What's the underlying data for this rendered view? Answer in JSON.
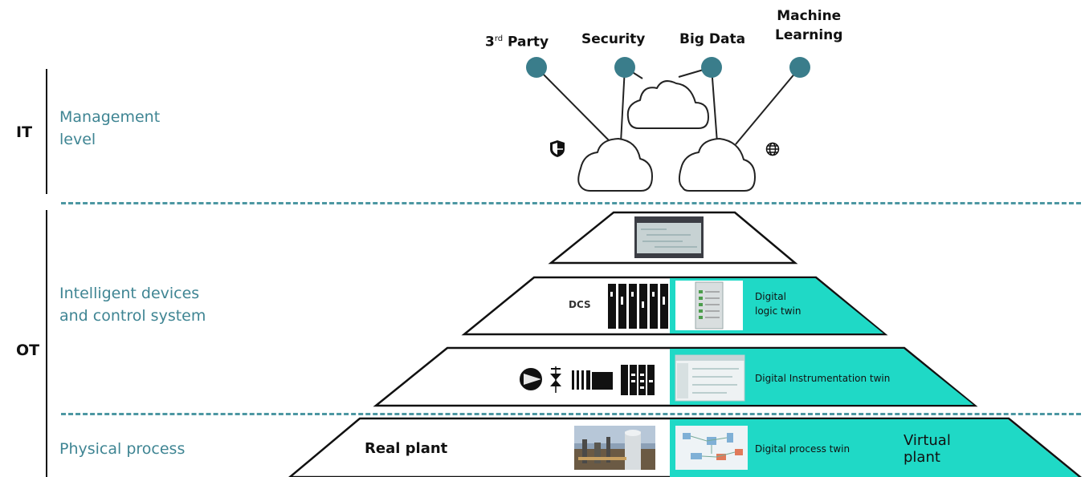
{
  "sides": {
    "it": "IT",
    "ot": "OT"
  },
  "levels": {
    "management": [
      "Management",
      "level"
    ],
    "intelligent": [
      "Intelligent devices",
      "and control system"
    ],
    "physical": "Physical process"
  },
  "top_nodes": {
    "third_party": {
      "base": "3",
      "sup": "rd",
      "rest": " Party"
    },
    "security": "Security",
    "big_data": "Big Data",
    "machine_learning": [
      "Machine",
      "Learning"
    ]
  },
  "tiers": {
    "dcs": "DCS",
    "digital_logic_twin": [
      "Digital",
      "logic twin"
    ],
    "digital_instrumentation_twin": "Digital Instrumentation twin",
    "real_plant": "Real plant",
    "digital_process_twin": "Digital process twin",
    "virtual_plant": [
      "Virtual",
      "plant"
    ]
  },
  "colors": {
    "accent_teal": "#1fd9c6",
    "node_teal": "#3a7d8b",
    "label_teal": "#3f8593",
    "dash_teal": "#4c97a2"
  },
  "icons": [
    "shield-icon",
    "globe-icon",
    "cloud-icon",
    "pump-icon",
    "valve-icon",
    "controller-icon",
    "hmi-screen-icon"
  ]
}
